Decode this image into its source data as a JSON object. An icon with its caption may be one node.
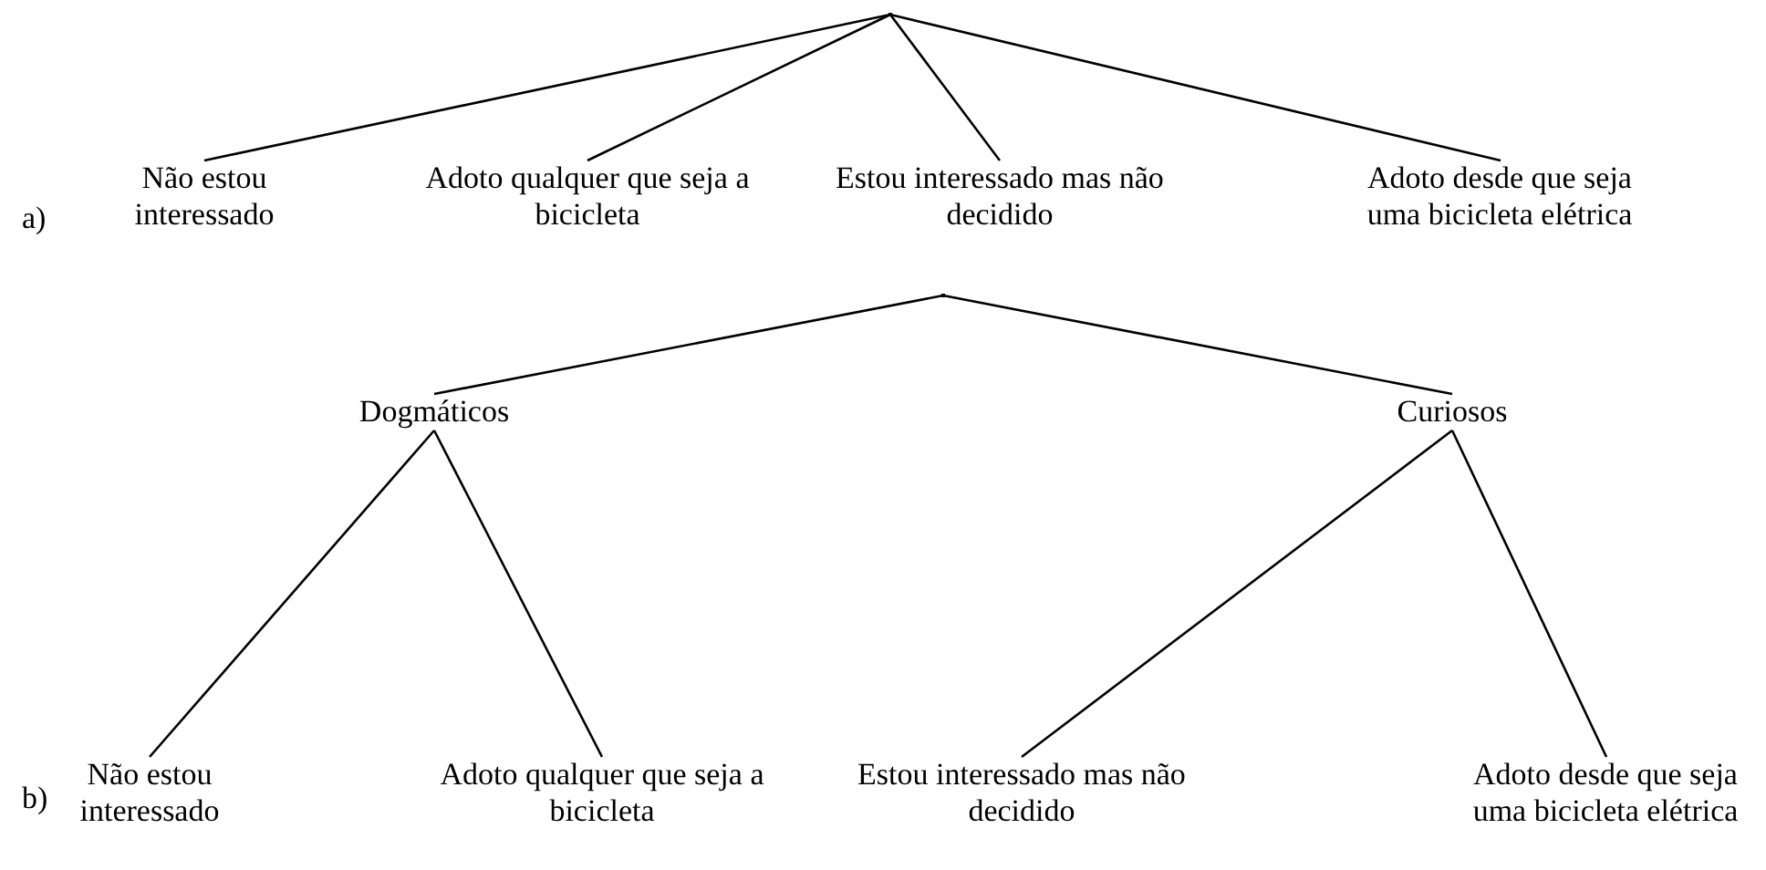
{
  "diagram": {
    "nodes": [
      {
        "text": [],
        "shape": "point"
      },
      {
        "text": [
          "Não estou interessado"
        ]
      },
      {
        "text": [
          "Adoto qualquer que seja a bicicleta"
        ]
      },
      {
        "text": [
          "Estou interessado mas não decidido"
        ]
      },
      {
        "text": [
          "Adoto desde que seja uma bicicleta elétrica"
        ]
      },
      {
        "text": [],
        "shape": "point"
      },
      {
        "text": [
          "Dogmáticos"
        ]
      },
      {
        "text": [
          "Curiosos"
        ]
      },
      {
        "text": [
          "Não estou interessado"
        ]
      },
      {
        "text": [
          "Adoto qualquer que seja a bicicleta"
        ]
      },
      {
        "text": [
          "Estou interessado mas não decidido"
        ]
      },
      {
        "text": [
          "Adoto desde que seja uma bicicleta elétrica"
        ]
      }
    ],
    "edges": [
      {
        "from": 0,
        "to": 1,
        "arrow": "none"
      },
      {
        "from": 0,
        "to": 2,
        "arrow": "none"
      },
      {
        "from": 0,
        "to": 3,
        "arrow": "none"
      },
      {
        "from": 0,
        "to": 4,
        "arrow": "none"
      },
      {
        "from": 5,
        "to": 6,
        "arrow": "none"
      },
      {
        "from": 5,
        "to": 7,
        "arrow": "none"
      },
      {
        "from": 6,
        "to": 8,
        "arrow": "none"
      },
      {
        "from": 6,
        "to": 9,
        "arrow": "none"
      },
      {
        "from": 7,
        "to": 10,
        "arrow": "none"
      },
      {
        "from": 7,
        "to": 11,
        "arrow": "none"
      }
    ],
    "labels": [
      "a)",
      "b)"
    ]
  }
}
